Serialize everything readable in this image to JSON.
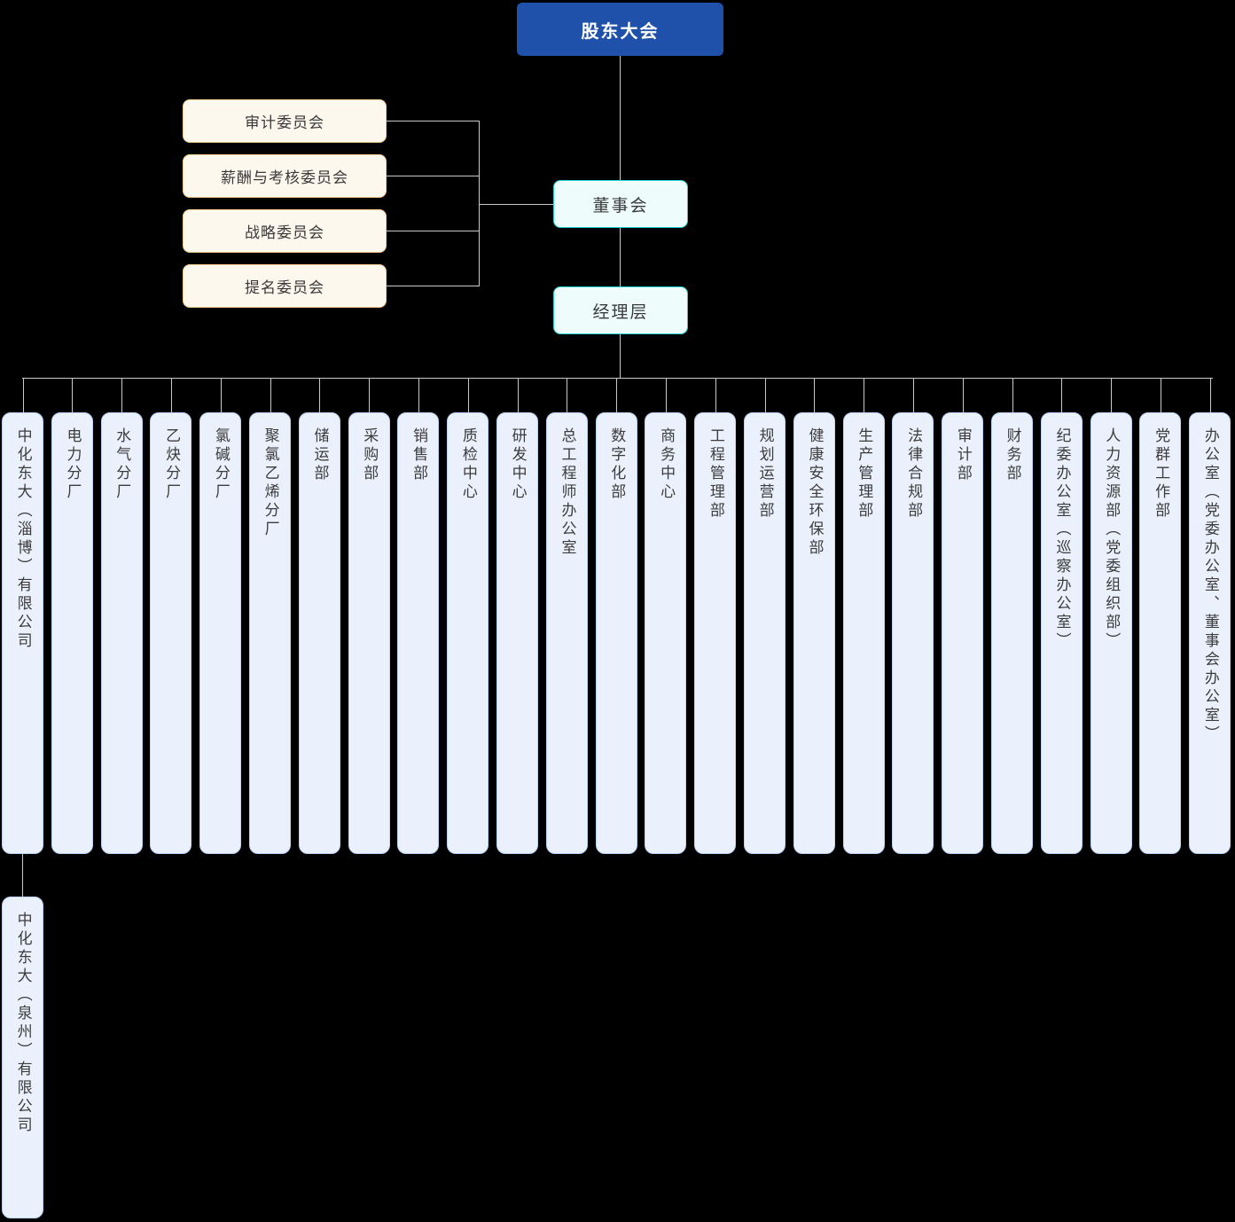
{
  "root": {
    "label": "股东大会",
    "color": "#1f51aa"
  },
  "governance": [
    {
      "label": "董事会"
    },
    {
      "label": "经理层"
    }
  ],
  "committees": {
    "color": "#f2cd8f",
    "fill": "#fdf8ee",
    "items": [
      {
        "label": "审计委员会"
      },
      {
        "label": "薪酬与考核委员会"
      },
      {
        "label": "战略委员会"
      },
      {
        "label": "提名委员会"
      }
    ]
  },
  "departments": {
    "fill": "#eaf1fd",
    "border": "#b9d4f6",
    "items": [
      {
        "label": "中化东大（淄博）有限公司"
      },
      {
        "label": "电力分厂"
      },
      {
        "label": "水气分厂"
      },
      {
        "label": "乙炔分厂"
      },
      {
        "label": "氯碱分厂"
      },
      {
        "label": "聚氯乙烯分厂"
      },
      {
        "label": "储运部"
      },
      {
        "label": "采购部"
      },
      {
        "label": "销售部"
      },
      {
        "label": "质检中心"
      },
      {
        "label": "研发中心"
      },
      {
        "label": "总工程师办公室"
      },
      {
        "label": "数字化部"
      },
      {
        "label": "商务中心"
      },
      {
        "label": "工程管理部"
      },
      {
        "label": "规划运营部"
      },
      {
        "label": "健康安全环保部"
      },
      {
        "label": "生产管理部"
      },
      {
        "label": "法律合规部"
      },
      {
        "label": "审计部"
      },
      {
        "label": "财务部"
      },
      {
        "label": "纪委办公室（巡察办公室）"
      },
      {
        "label": "人力资源部（党委组织部）"
      },
      {
        "label": "党群工作部"
      },
      {
        "label": "办公室（党委办公室、董事会办公室）"
      }
    ]
  },
  "subsidiary": {
    "label": "中化东大（泉州）有限公司"
  }
}
